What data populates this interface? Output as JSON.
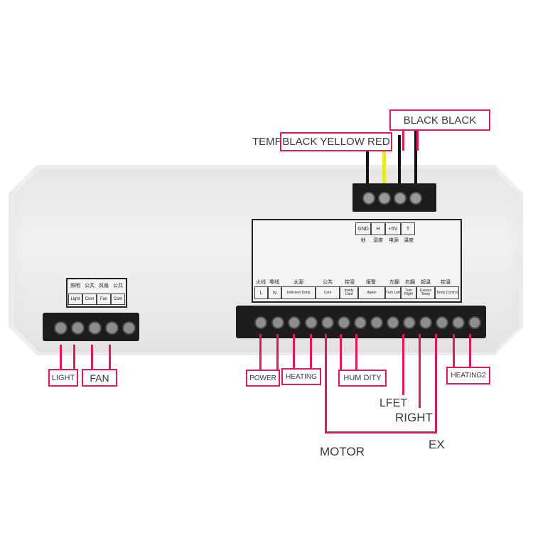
{
  "colors": {
    "annotation_pink": "#e0195e",
    "box_body": "#f2f1ef",
    "terminal_black": "#1c1c1c",
    "wire_yellow": "#e8e82a",
    "text_gray": "#3a3a3a"
  },
  "top_labels": {
    "temp_prefix": "TEMP",
    "temp_wires": "BLACK YELLOW RED",
    "black_wires": "BLACK BLACK"
  },
  "top_terminal_panel": {
    "pins": [
      "GND",
      "H",
      "+5V",
      "T"
    ],
    "cn": [
      "地",
      "湿度",
      "电源",
      "温度"
    ]
  },
  "left_panel": {
    "cn": [
      "照明",
      "公共",
      "风扇",
      "公共"
    ],
    "en": [
      "Light",
      "Com",
      "Fan",
      "Com"
    ]
  },
  "main_panel": {
    "cn": [
      "火线",
      "零线",
      "太源",
      "公共",
      "控湿",
      "报警",
      "左翻",
      "右翻",
      "超温",
      "控温"
    ],
    "en": [
      "L",
      "N",
      "Deficient Temp",
      "Com",
      "Insidy Card",
      "Alarm",
      "Turn Left",
      "Turn Right",
      "Excess Temp",
      "Temp Control"
    ]
  },
  "bottom_labels": {
    "light": "LIGHT",
    "fan": "FAN",
    "power": "POWER",
    "heating": "HEATING",
    "humidity": "HUM DITY",
    "heating2": "HEATING2",
    "left": "LFET",
    "right": "RIGHT",
    "motor": "MOTOR",
    "ex": "EX"
  }
}
